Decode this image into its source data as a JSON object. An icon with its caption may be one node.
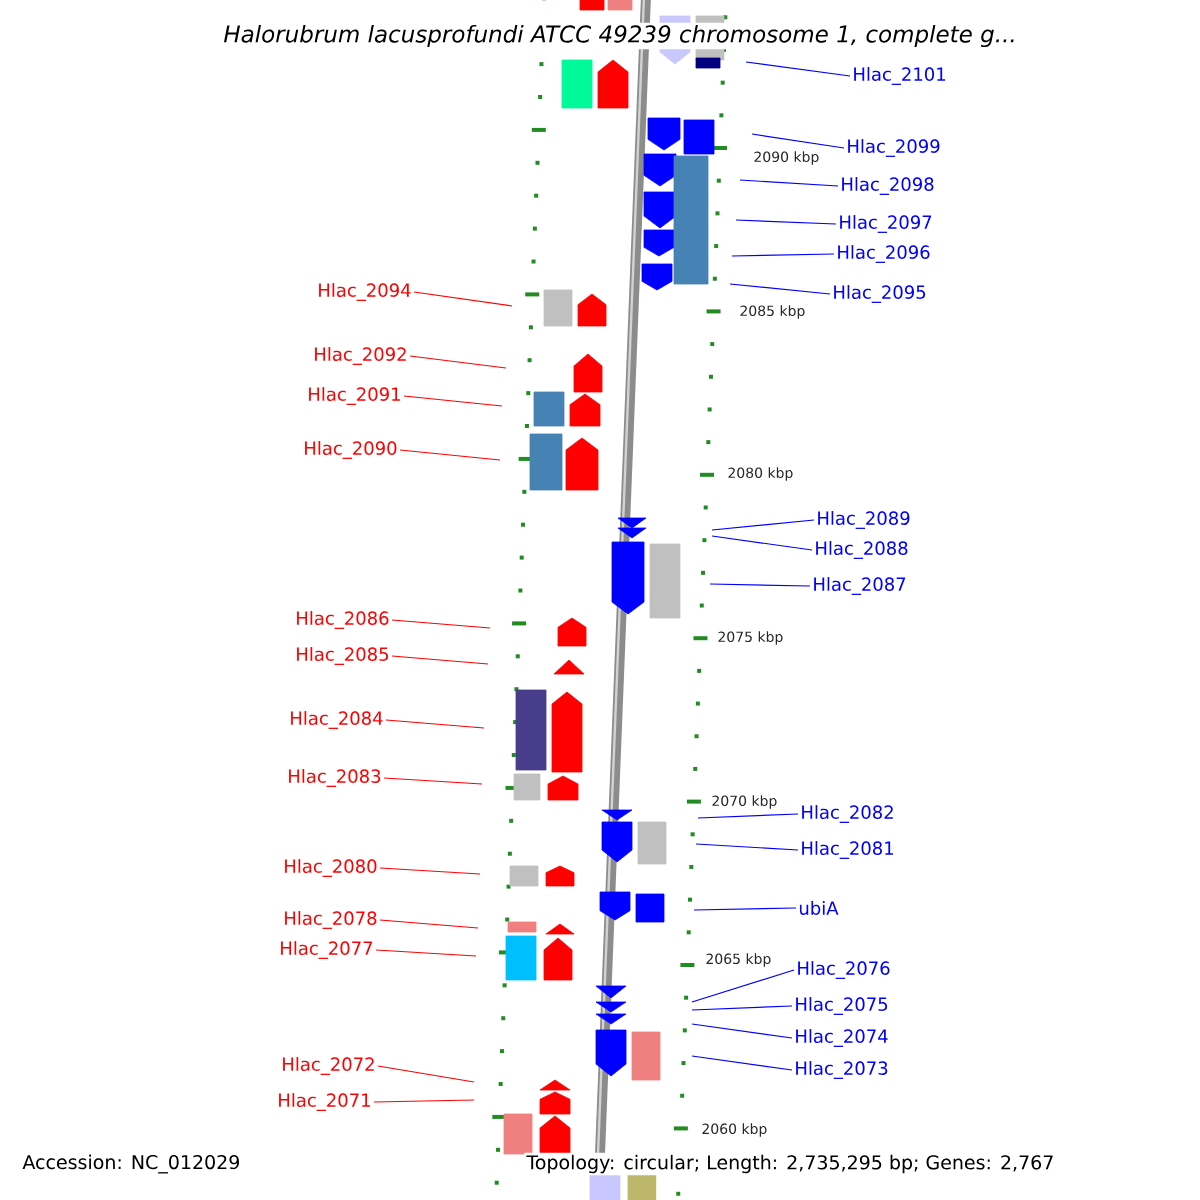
{
  "diagram": {
    "title": "Halorubrum lacusprofundi ATCC 49239 chromosome 1, complete g...",
    "nodes": [
      {
        "text": [
          "Hlac_2101"
        ]
      },
      {
        "text": [
          "Hlac_2099"
        ]
      },
      {
        "text": [
          "Hlac_2098"
        ]
      },
      {
        "text": [
          "Hlac_2097"
        ]
      },
      {
        "text": [
          "Hlac_2096"
        ]
      },
      {
        "text": [
          "Hlac_2095"
        ]
      },
      {
        "text": [
          "Hlac_2094"
        ]
      },
      {
        "text": [
          "Hlac_2092"
        ]
      },
      {
        "text": [
          "Hlac_2091"
        ]
      },
      {
        "text": [
          "Hlac_2090"
        ]
      },
      {
        "text": [
          "Hlac_2089"
        ]
      },
      {
        "text": [
          "Hlac_2088"
        ]
      },
      {
        "text": [
          "Hlac_2087"
        ]
      },
      {
        "text": [
          "Hlac_2086"
        ]
      },
      {
        "text": [
          "Hlac_2085"
        ]
      },
      {
        "text": [
          "Hlac_2084"
        ]
      },
      {
        "text": [
          "Hlac_2083"
        ]
      },
      {
        "text": [
          "Hlac_2082"
        ]
      },
      {
        "text": [
          "Hlac_2081"
        ]
      },
      {
        "text": [
          "ubiA"
        ]
      },
      {
        "text": [
          "Hlac_2080"
        ]
      },
      {
        "text": [
          "Hlac_2078"
        ]
      },
      {
        "text": [
          "Hlac_2077"
        ]
      },
      {
        "text": [
          "Hlac_2076"
        ]
      },
      {
        "text": [
          "Hlac_2075"
        ]
      },
      {
        "text": [
          "Hlac_2074"
        ]
      },
      {
        "text": [
          "Hlac_2073"
        ]
      },
      {
        "text": [
          "Hlac_2072"
        ]
      },
      {
        "text": [
          "Hlac_2071"
        ]
      }
    ],
    "edges": [
      {
        "from": 0,
        "to": null,
        "arrow": "none"
      },
      {
        "from": 1,
        "to": null,
        "arrow": "none"
      },
      {
        "from": 2,
        "to": null,
        "arrow": "none"
      },
      {
        "from": 3,
        "to": null,
        "arrow": "none"
      },
      {
        "from": 4,
        "to": null,
        "arrow": "none"
      },
      {
        "from": 5,
        "to": null,
        "arrow": "none"
      },
      {
        "from": 6,
        "to": null,
        "arrow": "none",
        "color": "#ff0000"
      },
      {
        "from": 7,
        "to": null,
        "arrow": "none",
        "color": "#ff0000"
      },
      {
        "from": 8,
        "to": null,
        "arrow": "none",
        "color": "#ff0000"
      },
      {
        "from": 9,
        "to": null,
        "arrow": "none",
        "color": "#ff0000"
      },
      {
        "from": 10,
        "to": null,
        "arrow": "none"
      },
      {
        "from": 11,
        "to": null,
        "arrow": "none"
      },
      {
        "from": 12,
        "to": null,
        "arrow": "none"
      },
      {
        "from": 13,
        "to": null,
        "arrow": "none",
        "color": "#ff0000"
      },
      {
        "from": 14,
        "to": null,
        "arrow": "none",
        "color": "#ff0000"
      },
      {
        "from": 15,
        "to": null,
        "arrow": "none",
        "color": "#ff0000"
      },
      {
        "from": 16,
        "to": null,
        "arrow": "none",
        "color": "#ff0000"
      },
      {
        "from": 17,
        "to": null,
        "arrow": "none"
      },
      {
        "from": 18,
        "to": null,
        "arrow": "none"
      },
      {
        "from": 19,
        "to": null,
        "arrow": "none"
      },
      {
        "from": 20,
        "to": null,
        "arrow": "none",
        "color": "#ff0000"
      },
      {
        "from": 21,
        "to": null,
        "arrow": "none",
        "color": "#ff0000"
      },
      {
        "from": 22,
        "to": null,
        "arrow": "none",
        "color": "#ff0000"
      },
      {
        "from": 23,
        "to": null,
        "arrow": "none"
      },
      {
        "from": 24,
        "to": null,
        "arrow": "none"
      },
      {
        "from": 25,
        "to": null,
        "arrow": "none"
      },
      {
        "from": 26,
        "to": null,
        "arrow": "none"
      },
      {
        "from": 27,
        "to": null,
        "arrow": "none",
        "color": "#ff0000"
      },
      {
        "from": 28,
        "to": null,
        "arrow": "none",
        "color": "#ff0000"
      }
    ],
    "labels": [
      "2090 kbp",
      "2085 kbp",
      "2080 kbp",
      "2075 kbp",
      "2070 kbp",
      "2065 kbp",
      "2060 kbp",
      "Accession: NC_012029",
      "Topology: circular; Length: 2,735,295 bp; Genes: 2,767"
    ]
  }
}
